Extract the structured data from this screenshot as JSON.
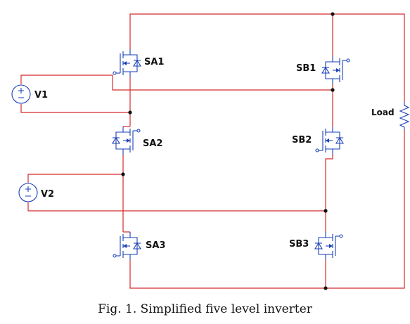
{
  "labels": {
    "sa1": "SA1",
    "sa2": "SA2",
    "sa3": "SA3",
    "sb1": "SB1",
    "sb2": "SB2",
    "sb3": "SB3",
    "v1": "V1",
    "v2": "V2",
    "load": "Load"
  },
  "caption": "Fig. 1. Simplified five level inverter",
  "colors": {
    "wire": "#d62b2b",
    "component": "#1a3fb8",
    "node": "#111111"
  }
}
